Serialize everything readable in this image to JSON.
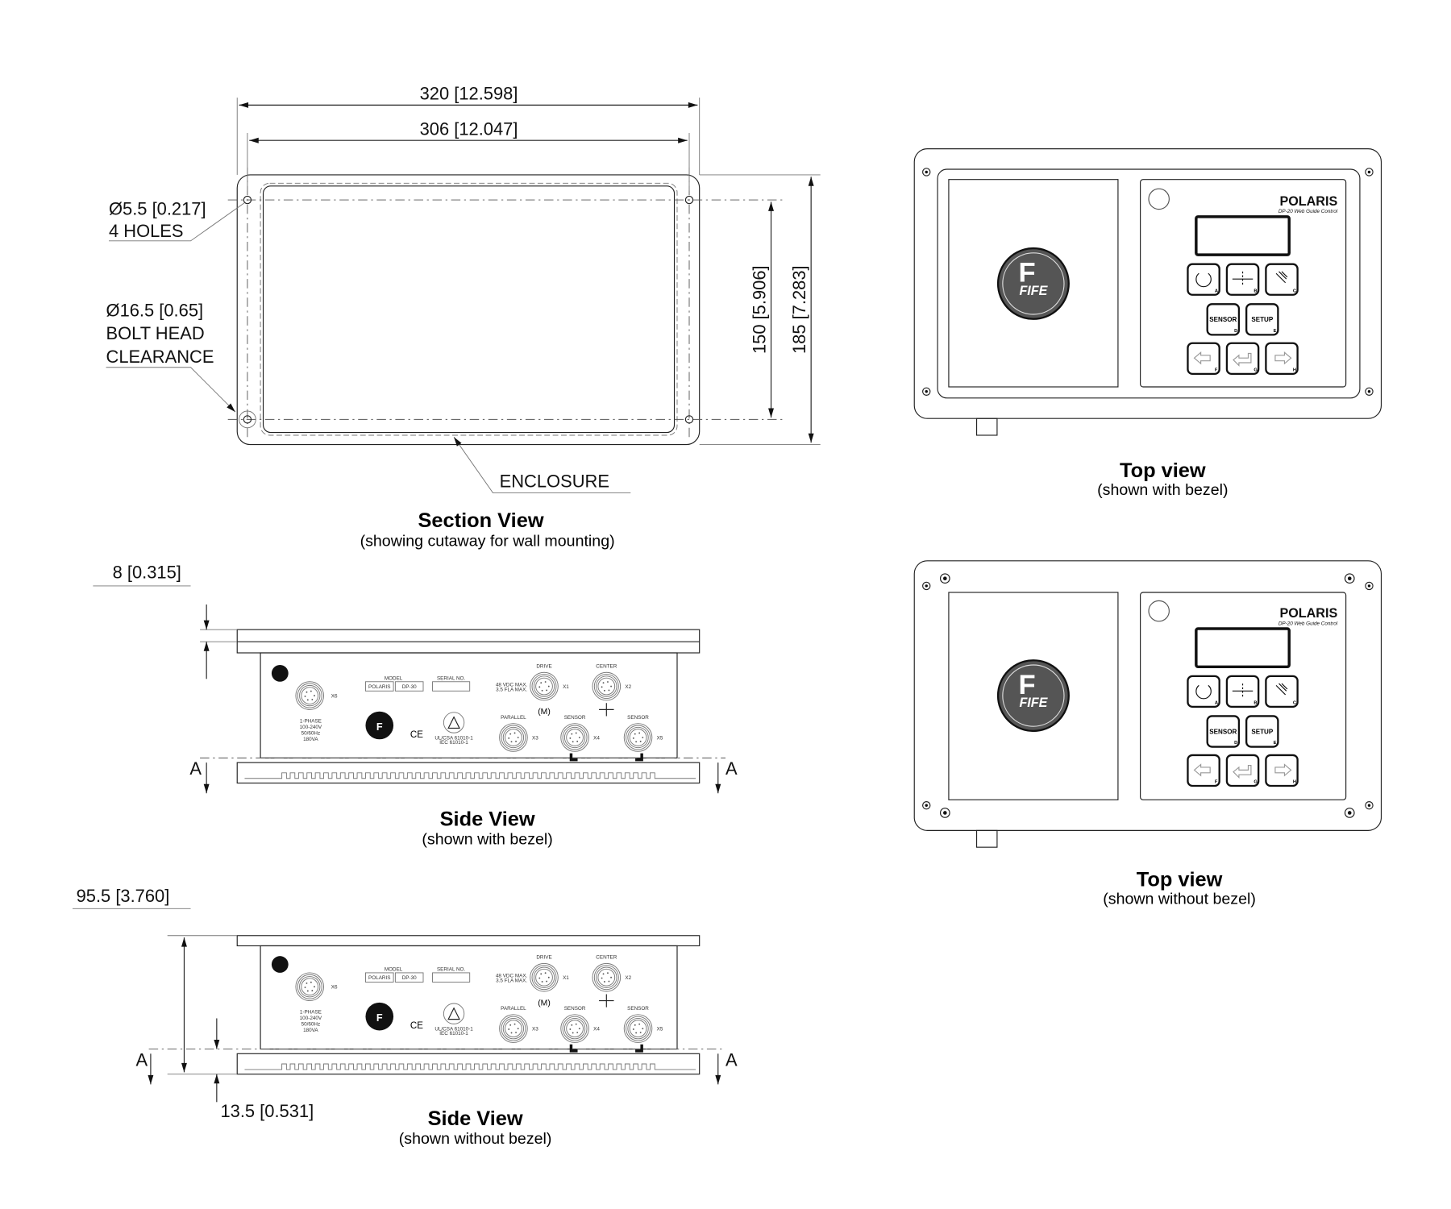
{
  "section_view": {
    "title": "Section View",
    "subtitle": "(showing cutaway for wall mounting)",
    "dim_width_outer": "320 [12.598]",
    "dim_width_inner": "306 [12.047]",
    "dim_height_inner": "150 [5.906]",
    "dim_height_outer": "185 [7.283]",
    "holes_line1": "Ø5.5 [0.217]",
    "holes_line2": "4 HOLES",
    "bolt_line1": "Ø16.5 [0.65]",
    "bolt_line2": "BOLT HEAD",
    "bolt_line3": "CLEARANCE",
    "enclosure": "ENCLOSURE"
  },
  "top_view_bezel": {
    "title": "Top view",
    "subtitle": "(shown with bezel)"
  },
  "top_view_no_bezel": {
    "title": "Top view",
    "subtitle": "(shown without bezel)"
  },
  "side_view_bezel": {
    "title": "Side View",
    "subtitle": "(shown with bezel)",
    "dim_bezel": "8 [0.315]",
    "section_mark": "A"
  },
  "side_view_no_bezel": {
    "title": "Side View",
    "subtitle": "(shown without bezel)",
    "dim_height": "95.5 [3.760]",
    "dim_base": "13.5 [0.531]",
    "section_mark": "A"
  },
  "panel": {
    "brand": "POLARIS",
    "product": "DP-20 Web Guide Control",
    "logo": "FIFE",
    "buttons": [
      {
        "label": "",
        "key": "A",
        "icon": "auto-icon"
      },
      {
        "label": "",
        "key": "B",
        "icon": "center-icon"
      },
      {
        "label": "",
        "key": "C",
        "icon": "manual-hand-icon"
      },
      {
        "label": "SENSOR",
        "key": "D",
        "icon": ""
      },
      {
        "label": "SETUP",
        "key": "E",
        "icon": ""
      },
      {
        "label": "",
        "key": "F",
        "icon": "minus-arrow-icon"
      },
      {
        "label": "",
        "key": "G",
        "icon": "enter-icon"
      },
      {
        "label": "",
        "key": "H",
        "icon": "plus-arrow-icon"
      }
    ]
  },
  "connector_face": {
    "model_label": "MODEL",
    "model_value1": "POLARIS",
    "model_value2": "DP-30",
    "serial_label": "SERIAL NO.",
    "power_lines": [
      "1-PHASE",
      "100-240V",
      "50/60Hz",
      "180VA"
    ],
    "power_id": "X6",
    "drive_spec": [
      "48 VDC MAX.",
      "3.5 FLA MAX."
    ],
    "cert": [
      "UL/CSA 61010-1",
      "IEC 61010-1"
    ],
    "ce": "CE",
    "connectors": [
      {
        "name": "DRIVE",
        "id": "X1"
      },
      {
        "name": "CENTER",
        "id": "X2"
      },
      {
        "name": "PARALLEL",
        "id": "X3"
      },
      {
        "name": "SENSOR",
        "id": "X4"
      },
      {
        "name": "SENSOR",
        "id": "X5"
      }
    ]
  }
}
